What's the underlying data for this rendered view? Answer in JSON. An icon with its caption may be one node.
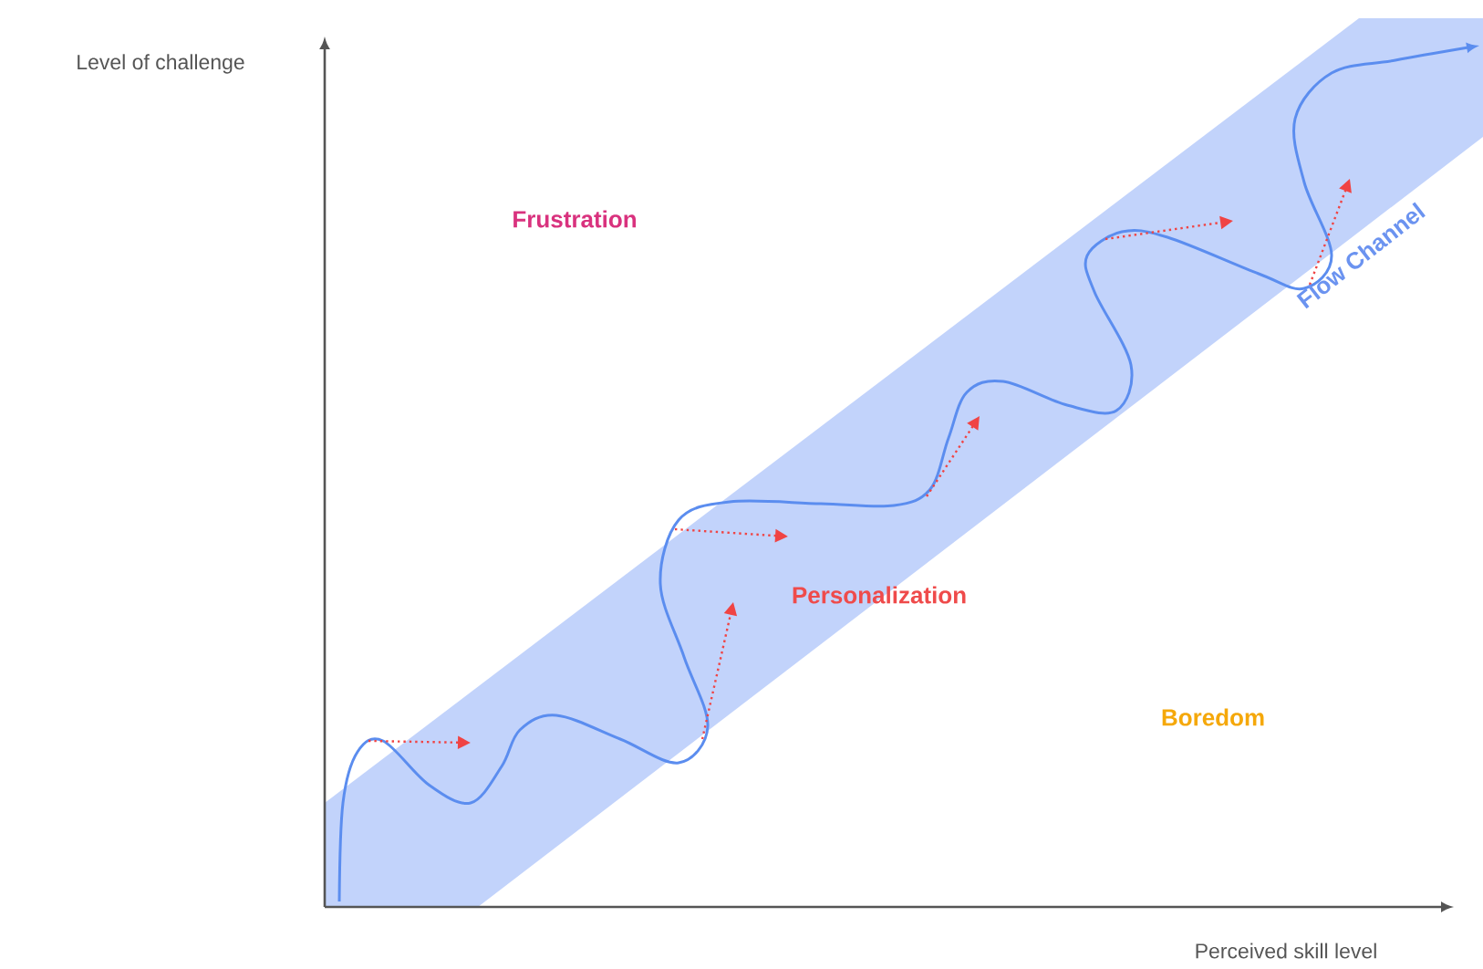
{
  "diagram": {
    "labels": [
      "Level of challenge",
      "Frustration",
      "Flow Channel",
      "Personalization",
      "Boredom",
      "Perceived skill level"
    ]
  }
}
